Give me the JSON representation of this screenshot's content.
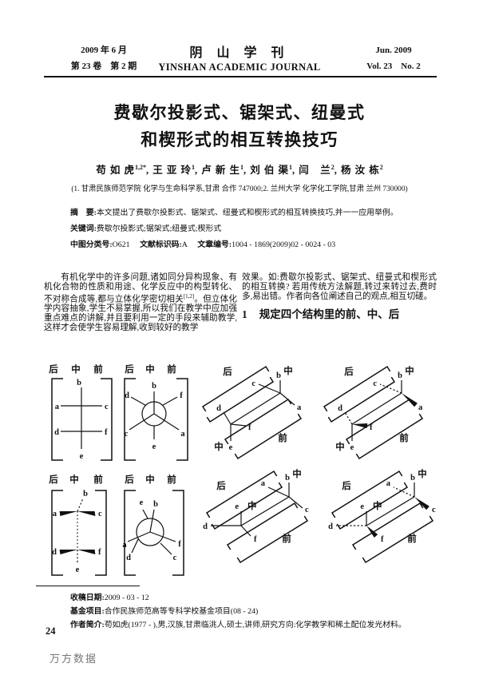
{
  "journal": {
    "date_cn": "2009 年 6 月",
    "issue_cn": "第 23 卷　第 2 期",
    "name_cn": "阴 山 学 刊",
    "name_en": "YINSHAN ACADEMIC JOURNAL",
    "date_en": "Jun. 2009",
    "vol_no_en": "Vol. 23　No. 2"
  },
  "article": {
    "title_line1": "费歇尔投影式、锯架式、纽曼式",
    "title_line2": "和楔形式的相互转换技巧",
    "authors": [
      {
        "name": "苟 如 虎",
        "sup": "1,2*"
      },
      {
        "name": "王 亚 玲",
        "sup": "1"
      },
      {
        "name": "卢 新 生",
        "sup": "1"
      },
      {
        "name": "刘 伯 渠",
        "sup": "1"
      },
      {
        "name": "闫　兰",
        "sup": "2"
      },
      {
        "name": "杨 汝 栋",
        "sup": "2"
      }
    ],
    "author_sep": ",",
    "affiliation": "(1. 甘肃民族师范学院 化学与生命科学系,甘肃 合作 747000;2. 兰州大学 化学化工学院,甘肃 兰州 730000)",
    "abstract_label": "摘　要:",
    "abstract_text": "本文提出了费歇尔投影式、锯架式、纽曼式和楔形式的相互转换技巧,并一一应用举例。",
    "keywords_label": "关键词:",
    "keywords_text": "费歇尔投影式;锯架式;纽曼式;楔形式",
    "clc_label": "中图分类号:",
    "clc_value": "O621",
    "doc_label": "文献标识码:",
    "doc_value": "A",
    "artno_label": "文章编号:",
    "artno_value": "1004 - 1869(2009)02 - 0024 - 03"
  },
  "body": {
    "left_para_a": "有机化学中的许多问题,诸如同分异构现象、有机化合物的性质和用途、化学反应中的构型转化、不对称合成等,都与立体化学密切相关",
    "left_para_sup": "[1,2]",
    "left_para_b": "。但立体化学内容抽象,学生不易掌握,所以我们在教学中应加强重点难点的讲解,并且要利用一定的手段来辅助教学,这样才会使学生容易理解,收到较好的教学",
    "right_para": "效果。如:费歇尔投影式、锯架式、纽曼式和楔形式的相互转换? 若用传统方法解题,转过来转过去,费时多,易出错。作者向各位阐述自己的观点,相互切磋。",
    "section1_no": "1",
    "section1_title": "规定四个结构里的前、中、后"
  },
  "figure": {
    "letters": [
      "a",
      "b",
      "c",
      "d",
      "e",
      "f"
    ],
    "zones": [
      "后",
      "中",
      "前"
    ]
  },
  "footer": {
    "received_label": "收稿日期:",
    "received_value": "2009 - 03 - 12",
    "fund_label": "基金项目:",
    "fund_value": "合作民族师范高等专科学校基金项目(08 - 24)",
    "bio_label": "作者简介:",
    "bio_value": "苟如虎(1977 - ),男,汉族,甘肃临洮人,硕士,讲师,研究方向:化学教学和稀土配位发光材料。",
    "page_number": "24",
    "watermark": "万方数据"
  }
}
